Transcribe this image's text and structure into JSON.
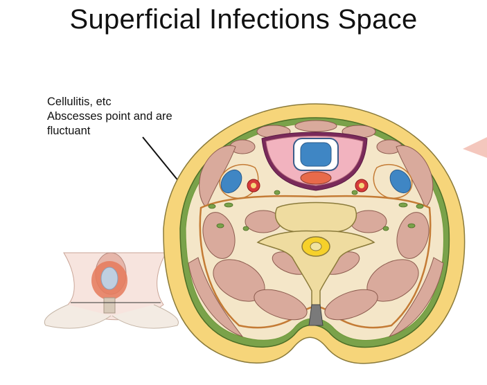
{
  "slide": {
    "title": "Superficial Infections Space",
    "caption_lines": [
      "Cellulitis, etc",
      "Abscesses point and are",
      "fluctuant"
    ]
  },
  "colors": {
    "skin": "#f6d57a",
    "investing_fascia": "#6f9a3a",
    "muscle": "#d9aa9c",
    "thyroid": "#f2b3bf",
    "prevertebral_fascia": "#c47b35",
    "vein": "#3f86c4",
    "artery": "#d63a3a",
    "vertebra": "#efdca0"
  }
}
